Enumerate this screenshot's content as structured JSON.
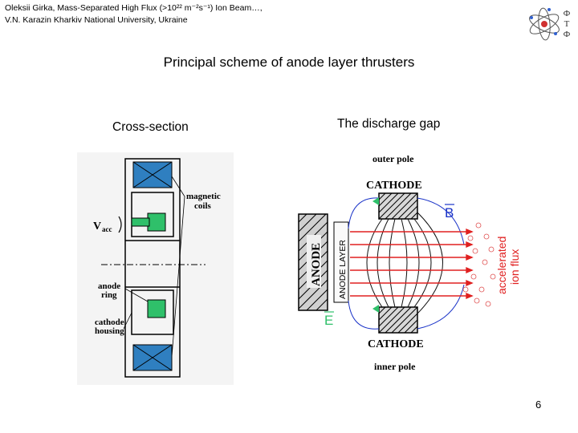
{
  "header": {
    "line1": "Oleksii Girka, Mass-Separated High Flux (>10²² m⁻²s⁻¹) Ion Beam…,",
    "line2": "V.N. Karazin Kharkiv National University, Ukraine"
  },
  "logo": {
    "letters": [
      "Ф",
      "Т",
      "Ф"
    ]
  },
  "title": "Principal scheme of anode layer thrusters",
  "cross_section": {
    "heading": "Cross-section",
    "labels": {
      "magnetic_coils_1": "magnetic",
      "magnetic_coils_2": "coils",
      "v_acc_main": "V",
      "v_acc_sub": "acc",
      "anode_ring_1": "anode",
      "anode_ring_2": "ring",
      "cathode_housing_1": "cathode",
      "cathode_housing_2": "housing"
    }
  },
  "discharge_gap": {
    "heading": "The discharge gap",
    "labels": {
      "outer_pole": "outer pole",
      "cathode_top": "CATHODE",
      "cathode_bottom": "CATHODE",
      "inner_pole": "inner pole",
      "anode": "ANODE",
      "anode_layer": "ANODE LAYER",
      "b_field": "B",
      "e_field": "E",
      "flux_1": "accelerated",
      "flux_2": "ion flux"
    }
  },
  "page_number": "6",
  "colors": {
    "coil": "#2f7fc0",
    "green": "#2fc06a",
    "red": "#e02020",
    "blue": "#1a33c8",
    "field_lines": "#101010"
  }
}
